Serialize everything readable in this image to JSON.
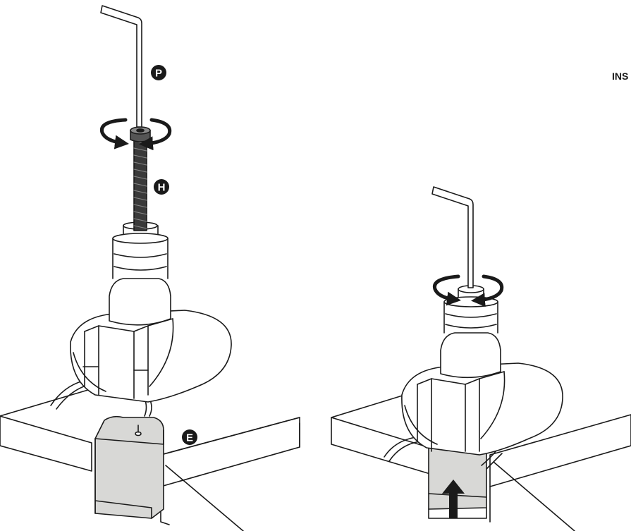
{
  "header": {
    "text": "INS"
  },
  "labels": {
    "allen_key": "P",
    "bolt": "H",
    "clamp": "E"
  },
  "colors": {
    "ink": "#1a1a1a",
    "clamp_fill": "#d8d8d6",
    "paper": "#ffffff"
  },
  "icons": [
    "rotation-arrow-icon",
    "up-arrow-icon",
    "allen-key-icon"
  ]
}
